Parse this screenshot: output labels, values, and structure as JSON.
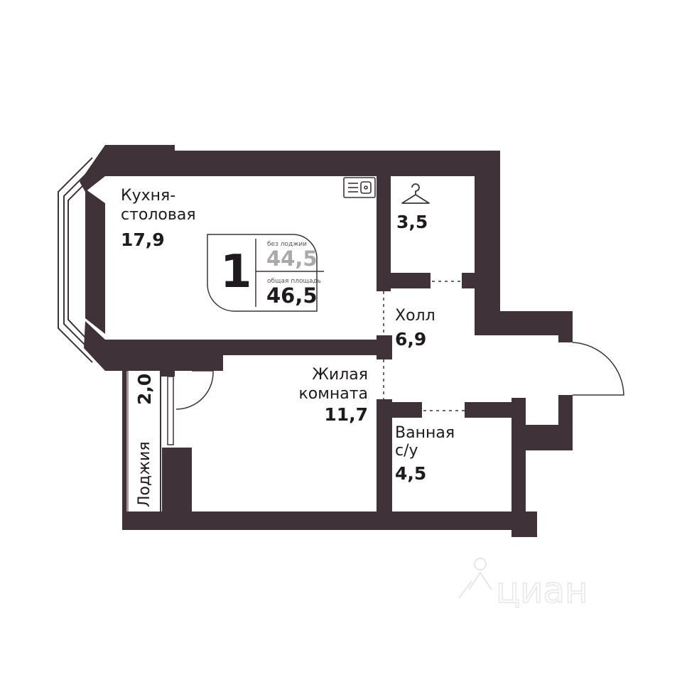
{
  "colors": {
    "wall": "#3f3239",
    "text": "#1f1a1d",
    "muted": "#a9a9a9"
  },
  "rooms": {
    "kitchen": {
      "name_line1": "Кухня-",
      "name_line2": "столовая",
      "area": "17,9"
    },
    "wardrobe": {
      "area": "3,5",
      "icon": "hanger-icon"
    },
    "hall": {
      "name": "Холл",
      "area": "6,9"
    },
    "living": {
      "name_line1": "Жилая",
      "name_line2": "комната",
      "area": "11,7"
    },
    "bathroom": {
      "name_line1": "Ванная",
      "name_line2": "с/у",
      "area": "4,5"
    },
    "loggia": {
      "name": "Лоджия",
      "area": "2,0"
    }
  },
  "badge": {
    "rooms_count": "1",
    "net_label": "без лоджии",
    "net_area": "44,5",
    "gross_label": "общая площадь",
    "gross_area": "46,5"
  },
  "icons": {
    "sink": "sink-icon",
    "hanger": "hanger-icon"
  },
  "watermark": {
    "text": "циан"
  }
}
